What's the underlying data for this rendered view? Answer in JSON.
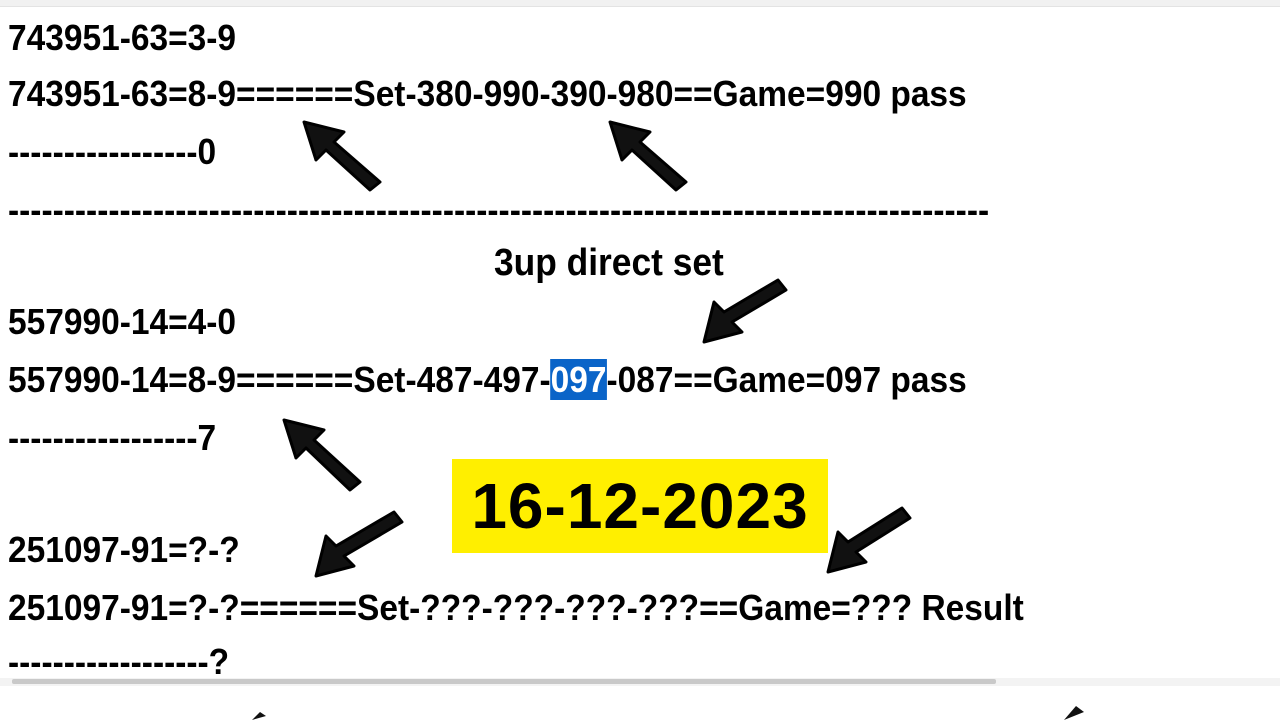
{
  "block1": {
    "line1": "743951-63=3-9",
    "line2": "743951-63=8-9======Set-380-990-390-980==Game=990 pass",
    "line3": "-----------------0"
  },
  "divider": "----------------------------------------------------------------------------------------",
  "heading": "3up direct set",
  "block2": {
    "line1": "557990-14=4-0",
    "line2_pre": "557990-14=8-9======Set-487-497-",
    "line2_highlight": "097",
    "line2_post": "-087==Game=097 pass",
    "line3": "-----------------7"
  },
  "block3": {
    "line1": "251097-91=?-?",
    "line2": "251097-91=?-?======Set-???-???-???-???==Game=??? Result",
    "line3": "------------------?"
  },
  "date_badge": "16-12-2023",
  "colors": {
    "date_badge_bg": "#ffef00",
    "highlight_bg": "#0a64c8"
  }
}
